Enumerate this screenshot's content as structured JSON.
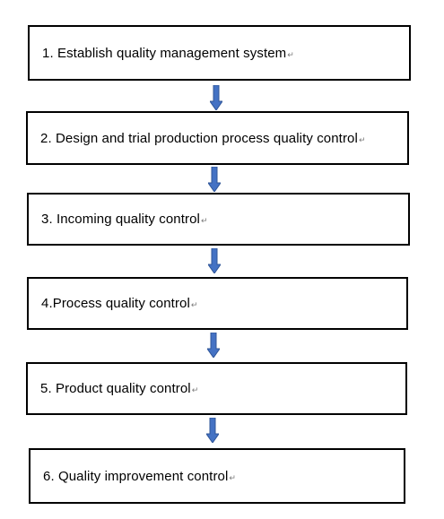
{
  "diagram": {
    "steps": [
      {
        "label": "1. Establish quality management system"
      },
      {
        "label": "2. Design and trial production process quality control"
      },
      {
        "label": "3. Incoming quality control"
      },
      {
        "label": "4.Process quality control"
      },
      {
        "label": "5. Product quality control"
      },
      {
        "label": "6. Quality improvement control"
      }
    ],
    "paragraph_mark": "↵",
    "colors": {
      "box_border": "#000000",
      "arrow_fill": "#4472c4",
      "arrow_stroke": "#2f5597",
      "text": "#000000"
    },
    "icons": {
      "connector": "down-arrow-icon"
    }
  }
}
